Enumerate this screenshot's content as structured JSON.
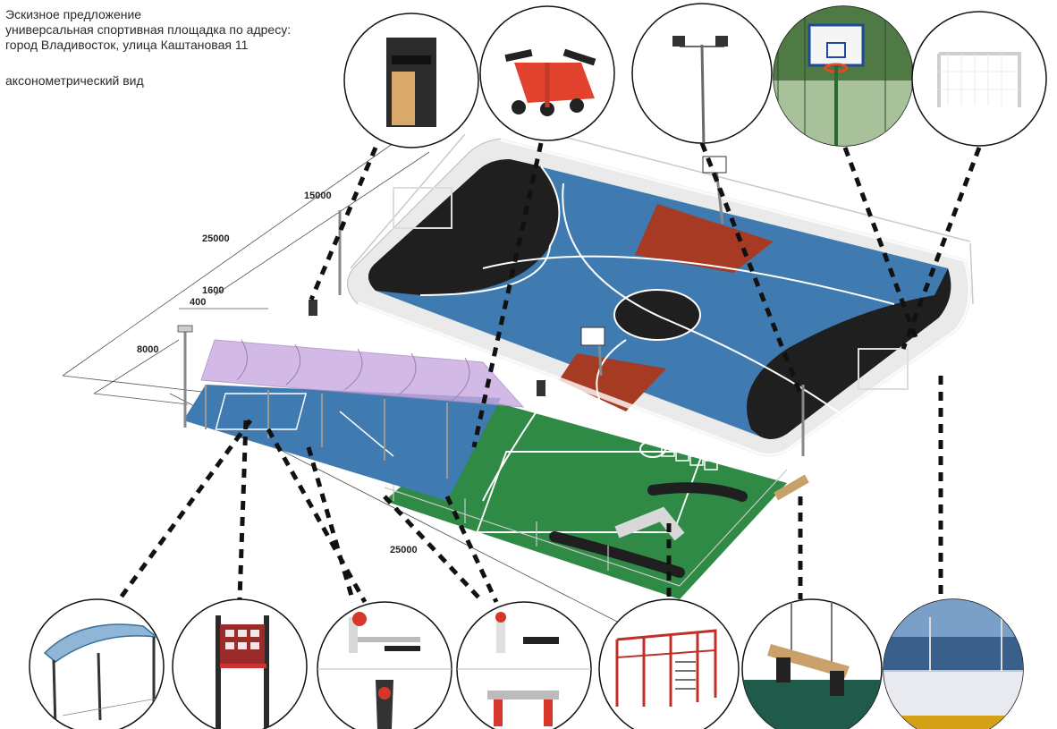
{
  "header": {
    "title_lines": [
      "Эскизное предложение",
      "универсальная спортивная площадка по адресу:",
      "город Владивосток, улица Каштановая 11"
    ],
    "view_label": "аксонометрический вид"
  },
  "dimensions": {
    "d15000": "15000",
    "d25000_top": "25000",
    "d1600": "1600",
    "d400": "400",
    "d8000": "8000",
    "d25000_bottom": "25000"
  },
  "callouts": {
    "top": [
      "trash-bin",
      "workout-bench-machine",
      "floodlight-pole",
      "basketball-hoop",
      "football-goal"
    ],
    "bottom": [
      "canopy-shelter",
      "info-board",
      "outdoor-trainers",
      "outdoor-trainers-2",
      "workout-rig",
      "park-bench",
      "hockey-board"
    ]
  },
  "colors": {
    "court_blue": "#3f7bb0",
    "court_black": "#1f1f1f",
    "court_red": "#a63a22",
    "turf_green": "#2f8a45",
    "canopy_purple": "#c8a8e0",
    "rail": "#d6d6d6"
  }
}
